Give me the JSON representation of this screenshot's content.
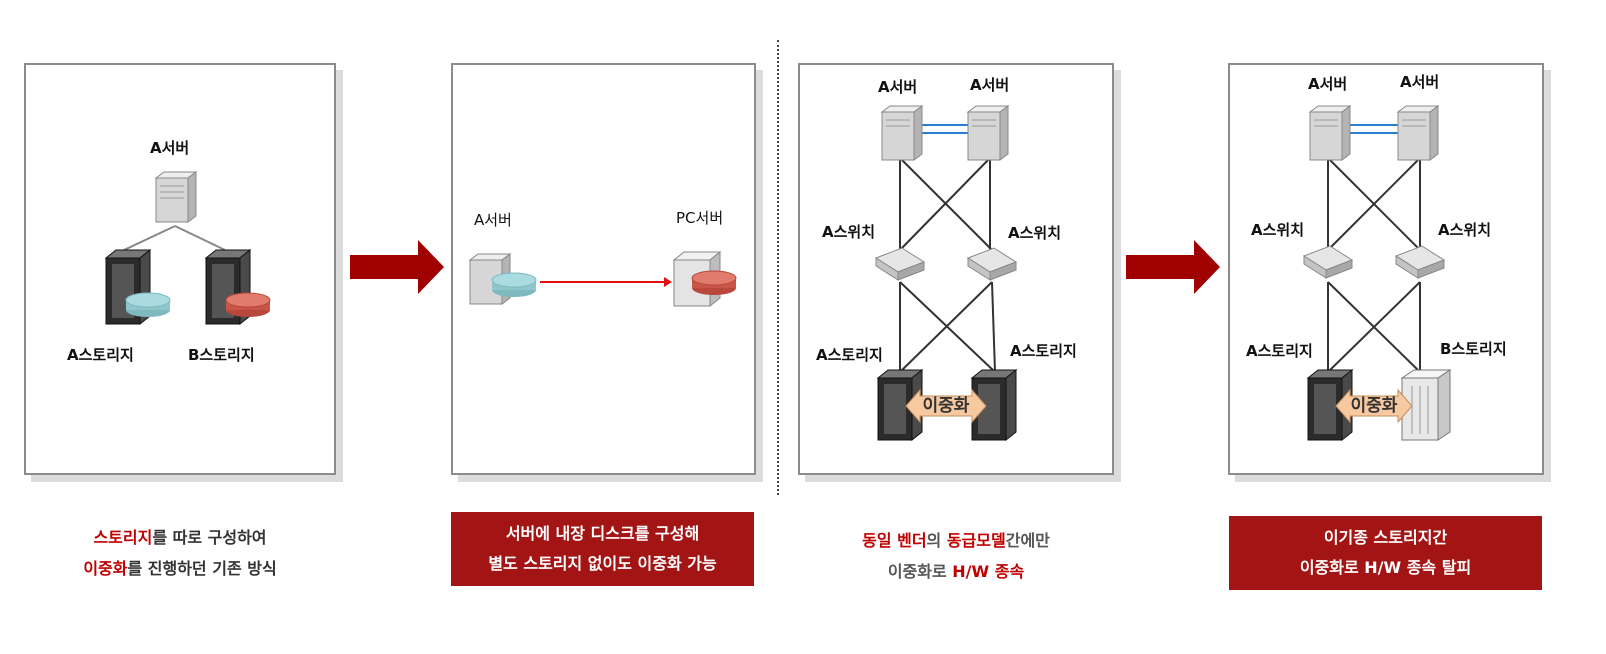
{
  "panel1": {
    "server_label": "A서버",
    "storage_a_label": "A스토리지",
    "storage_b_label": "B스토리지",
    "caption_line1_red": "스토리지",
    "caption_line1_rest": "를 따로 구성하여",
    "caption_line2_red": "이중화",
    "caption_line2_rest": "를 진행하던 기존 방식"
  },
  "panel2": {
    "server_label": "A서버",
    "pc_server_label": "PC서버",
    "caption_line1": "서버에 내장 디스크를 구성해",
    "caption_line2": "별도 스토리지 없이도 이중화 가능"
  },
  "panel3": {
    "server1_label": "A서버",
    "server2_label": "A서버",
    "switch1_label": "A스위치",
    "switch2_label": "A스위치",
    "storage1_label": "A스토리지",
    "storage2_label": "A스토리지",
    "duplex_label": "이중화",
    "caption_l1_red1": "동일 벤더",
    "caption_l1_mid": "의 ",
    "caption_l1_red2": "동급모델",
    "caption_l1_rest": "간에만",
    "caption_l2_grey": "이중화로 ",
    "caption_l2_red": "H/W 종속"
  },
  "panel4": {
    "server1_label": "A서버",
    "server2_label": "A서버",
    "switch1_label": "A스위치",
    "switch2_label": "A스위치",
    "storage1_label": "A스토리지",
    "storage2_label": "B스토리지",
    "duplex_label": "이중화",
    "caption_line1": "이기종 스토리지간",
    "caption_line2": "이중화로 H/W 종속 탈피"
  },
  "colors": {
    "arrow": "#a00000",
    "caption_box": "#a31515",
    "highlight_red": "#c00000",
    "disk_blue": "#9fd0d6",
    "disk_red": "#d9685a",
    "link_blue": "#2a7fd4"
  }
}
